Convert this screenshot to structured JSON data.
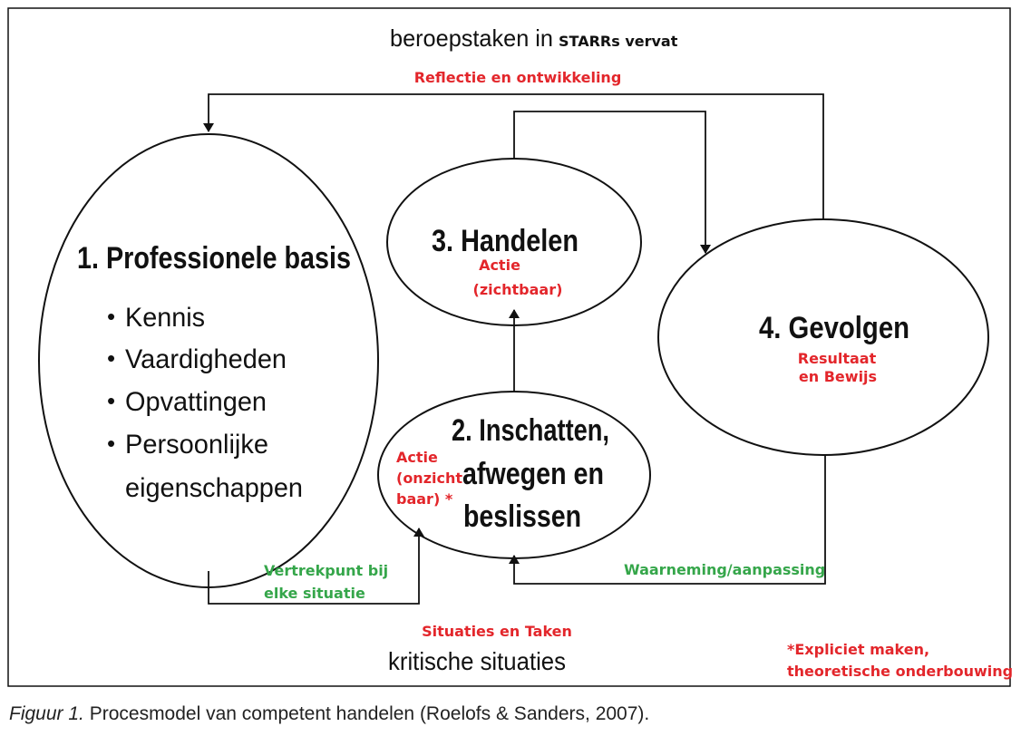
{
  "frame": {
    "top_label": "beroepstaken in",
    "top_label_suffix": "STARRs vervat",
    "bottom_label": "kritische situaties"
  },
  "loop_labels": {
    "reflection": "Reflectie en ontwikkeling",
    "situations": "Situaties en Taken",
    "starting_point": [
      "Vertrekpunt bij",
      "elke situatie"
    ],
    "observation": "Waarneming/aanpassing"
  },
  "nodes": {
    "professional_basis": {
      "title": "1. Professionele basis",
      "bullets": [
        "Kennis",
        "Vaardigheden",
        "Opvattingen",
        "Persoonlijke"
      ],
      "bullet_continuation": "eigenschappen",
      "bullet_symbol": "•"
    },
    "assess": {
      "title_lines": [
        "2. Inschatten,",
        "afwegen en",
        "beslissen"
      ],
      "note_lines": [
        "Actie",
        "(onzicht",
        "baar) *"
      ]
    },
    "act": {
      "title": "3. Handelen",
      "note_lines": [
        "Actie",
        "(zichtbaar)"
      ]
    },
    "consequences": {
      "title": "4. Gevolgen",
      "note_lines": [
        "Resultaat",
        "en Bewijs"
      ]
    }
  },
  "footnote": [
    "*Expliciet maken,",
    "theoretische onderbouwing"
  ],
  "caption": {
    "label": "Figuur 1.",
    "text": " Procesmodel van competent handelen (Roelofs & Sanders, 2007)."
  },
  "colors": {
    "annotation_red": "#e3262b",
    "annotation_green": "#35a64a",
    "line": "#111111"
  }
}
